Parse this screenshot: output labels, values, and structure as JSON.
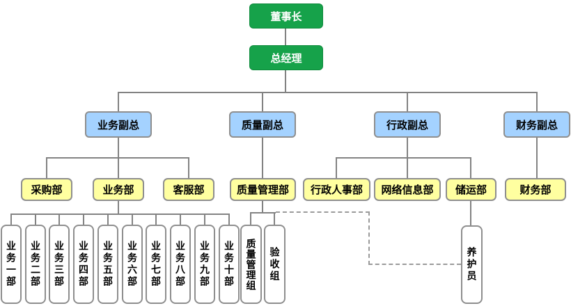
{
  "org_chart": {
    "chairman": "董事长",
    "general_manager": "总经理",
    "vice_presidents": [
      "业务副总",
      "质量副总",
      "行政副总",
      "财务副总"
    ],
    "departments": [
      "采购部",
      "业务部",
      "客服部",
      "质量管理部",
      "行政人事部",
      "网络信息部",
      "储运部",
      "财务部"
    ],
    "business_units": [
      "业务一部",
      "业务二部",
      "业务三部",
      "业务四部",
      "业务五部",
      "业务六部",
      "业务七部",
      "业务八部",
      "业务九部",
      "业务十部"
    ],
    "quality_teams": [
      "质量管理组",
      "验收组"
    ],
    "storage_staff": "养护员"
  },
  "colors": {
    "executive_green": "#16a24a",
    "vp_blue": "#a4d2ff",
    "dept_yellow": "#ffffa0",
    "team_white": "#ffffff",
    "node_border_gray": "#8e8e8e",
    "connector_gray": "#828282",
    "dashed_connector_gray": "#9a9a9a",
    "exec_text": "#ffffff",
    "node_text": "#000000"
  }
}
